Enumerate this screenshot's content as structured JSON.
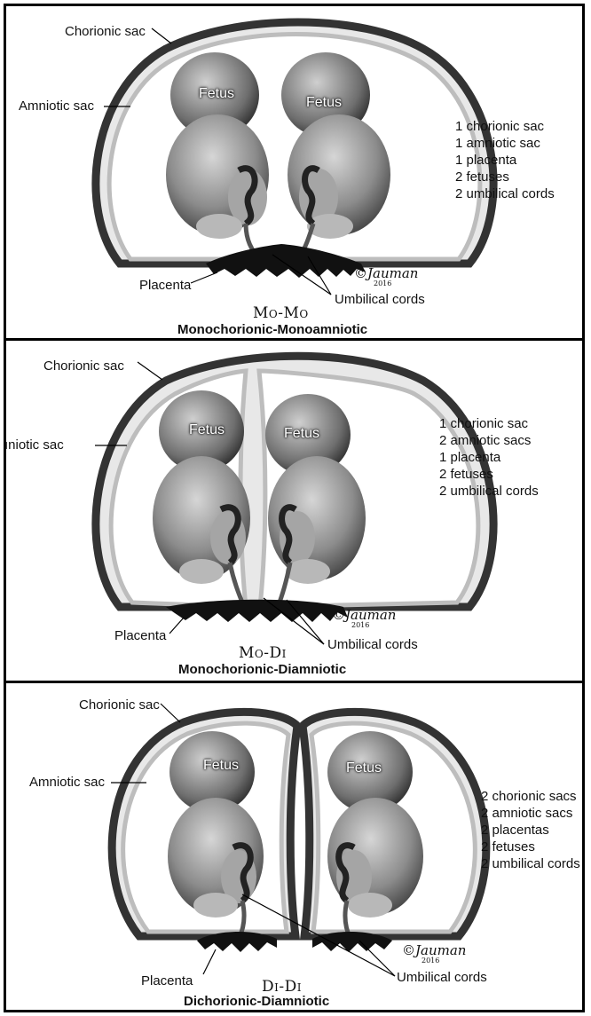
{
  "panels": [
    {
      "chorionic_label": "Chorionic sac",
      "amniotic_label": "Amniotic sac",
      "fetus_left": "Fetus",
      "fetus_right": "Fetus",
      "placenta_label": "Placenta",
      "cords_label": "Umbilical cords",
      "facts": [
        "1 chorionic sac",
        "1 amniotic sac",
        "1 placenta",
        "2 fetuses",
        "2 umbilical cords"
      ],
      "code": "Mo-Mo",
      "full_name": "Monochorionic-Monoamniotic",
      "signature": "©Jauman",
      "signature_year": "2016"
    },
    {
      "chorionic_label": "Chorionic sac",
      "amniotic_label": "ıniotic sac",
      "fetus_left": "Fetus",
      "fetus_right": "Fetus",
      "placenta_label": "Placenta",
      "cords_label": "Umbilical cords",
      "facts": [
        "1 chorionic sac",
        "2 amniotic sacs",
        "1 placenta",
        "2 fetuses",
        "2 umbilical cords"
      ],
      "code": "Mo-Di",
      "full_name": "Monochorionic-Diamniotic",
      "signature": "©Jauman",
      "signature_year": "2016"
    },
    {
      "chorionic_label": "Chorionic sac",
      "amniotic_label": "Amniotic sac",
      "fetus_left": "Fetus",
      "fetus_right": "Fetus",
      "placenta_label": "Placenta",
      "cords_label": "Umbilical cords",
      "facts": [
        "2 chorionic sacs",
        "2 amniotic sacs",
        "2 placentas",
        "2 fetuses",
        "2 umbilical cords"
      ],
      "code": "Di-Di",
      "full_name": "Dichorionic-Diamniotic",
      "signature": "©Jauman",
      "signature_year": "2016"
    }
  ],
  "colors": {
    "sac_dark": "#3a3a3a",
    "sac_light": "#d9d9d9",
    "fetus_skin": "#8a8a8a",
    "placenta": "#111111",
    "background": "#ffffff"
  }
}
